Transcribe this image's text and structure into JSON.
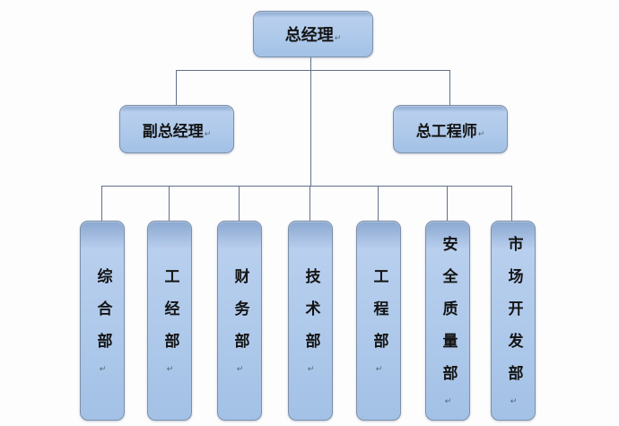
{
  "org": {
    "root": {
      "label": "总经理"
    },
    "level2": [
      {
        "label": "副总经理"
      },
      {
        "label": "总工程师"
      }
    ],
    "departments": [
      {
        "label": "综合部"
      },
      {
        "label": "工经部"
      },
      {
        "label": "财务部"
      },
      {
        "label": "技术部"
      },
      {
        "label": "工程部"
      },
      {
        "label": "安全质量部"
      },
      {
        "label": "市场开发部"
      }
    ]
  },
  "paragraph_mark": "↵",
  "colors": {
    "box_fill": "#aec9ea",
    "box_fill_top": "#8aa7cf",
    "box_border": "#7d90a9",
    "connector": "#60708a",
    "background": "#fdfdfd",
    "text": "#141414"
  }
}
